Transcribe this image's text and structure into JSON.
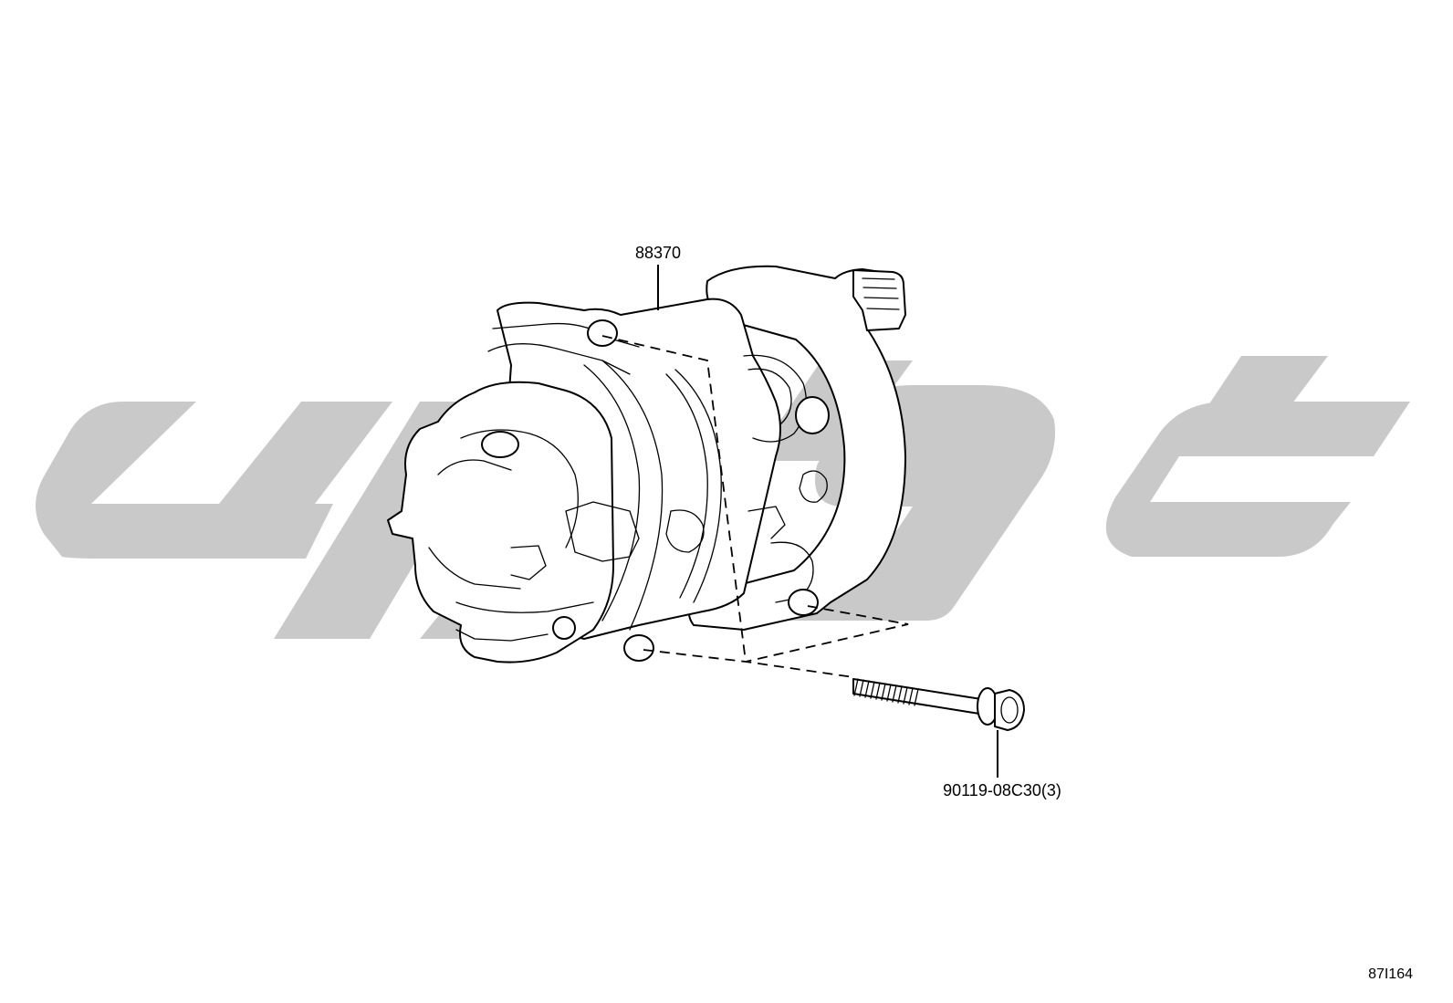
{
  "colors": {
    "watermark": "#c9c9c9",
    "line": "#000000",
    "background": "#ffffff"
  },
  "watermark_icon": "geometric-logo-watermark",
  "parts": [
    {
      "number": "88370"
    },
    {
      "number": "90119-08C30(3)"
    }
  ],
  "figure_id": "87I164"
}
